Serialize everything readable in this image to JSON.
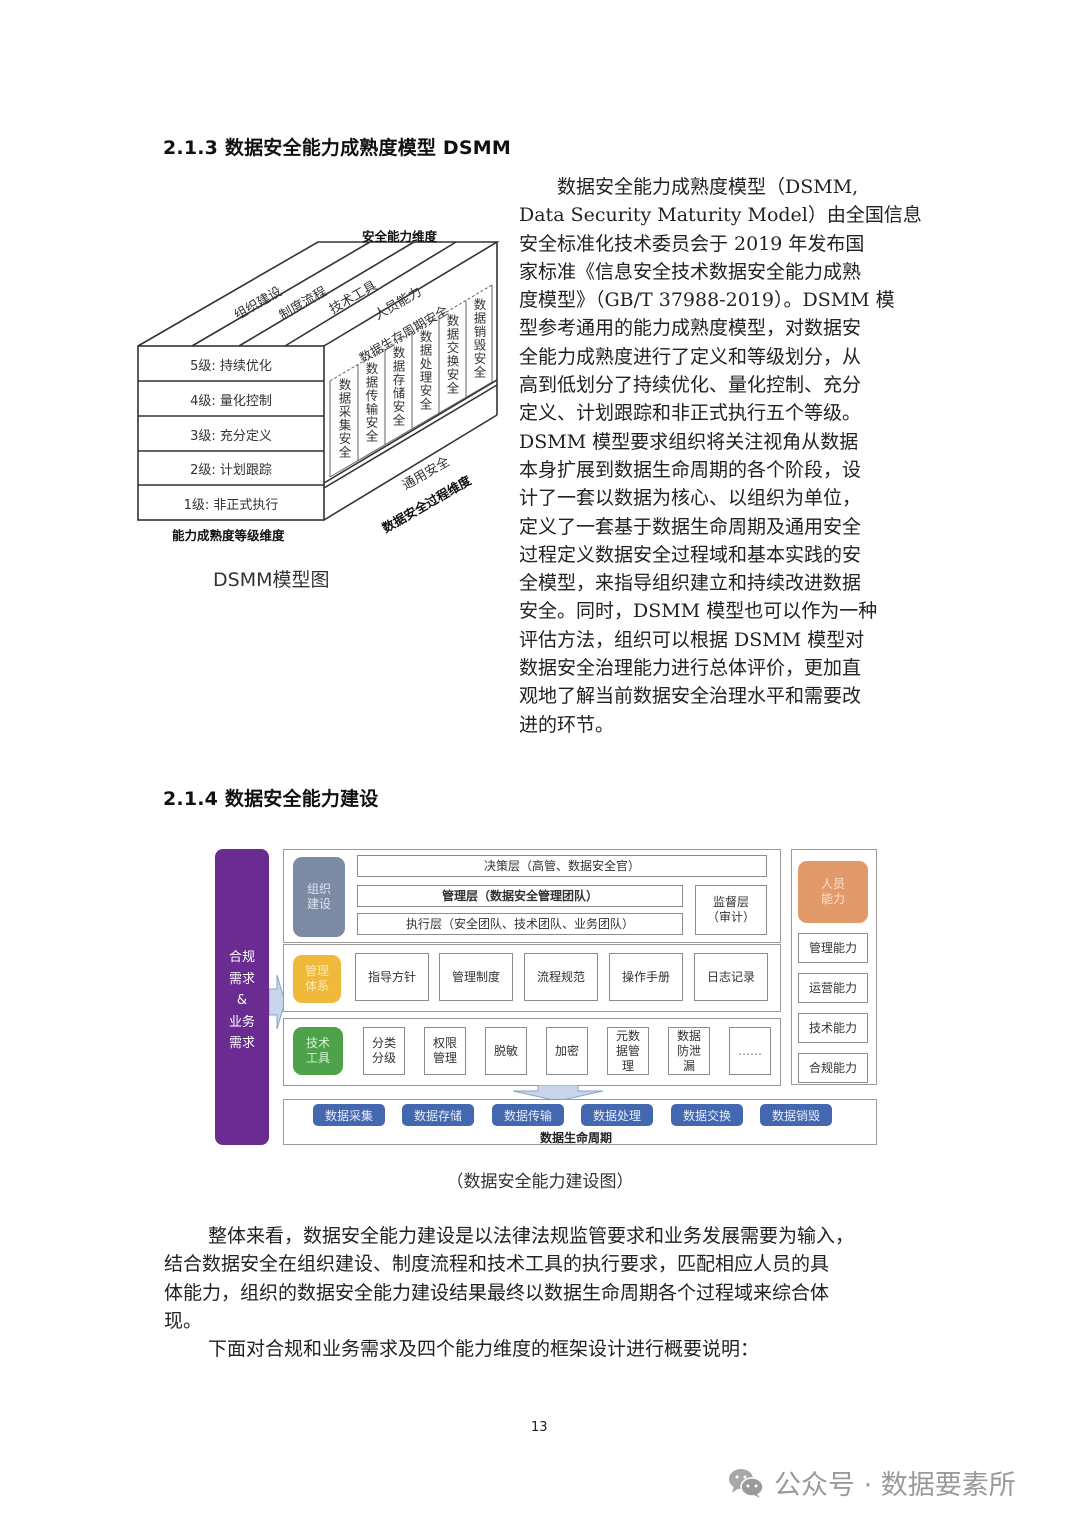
{
  "section_213": {
    "heading": "2.1.3 数据安全能力成熟度模型  DSMM",
    "figure": {
      "top_dimension": "安全能力维度",
      "top_face_items": [
        "组织建设",
        "制度流程",
        "技术工具",
        "人员能力"
      ],
      "levels": [
        "5级: 持续优化",
        "4级: 量化控制",
        "3级: 充分定义",
        "2级: 计划跟踪",
        "1级: 非正式执行"
      ],
      "level_dimension": "能力成熟度等级维度",
      "lifecycle_label": "数据生存周期安全",
      "lifecycle_items": [
        "数据采集安全",
        "数据传输安全",
        "数据存储安全",
        "数据处理安全",
        "数据交换安全",
        "数据销毁安全"
      ],
      "general_security": "通用安全",
      "process_dimension": "数据安全过程维度"
    },
    "caption": "DSMM模型图",
    "paragraph_lines": [
      "　　数据安全能力成熟度模型（DSMM,",
      "Data Security Maturity Model）由全国信息",
      "安全标准化技术委员会于 2019 年发布国",
      "家标准《信息安全技术数据安全能力成熟",
      "度模型》（GB/T 37988-2019）。DSMM 模",
      "型参考通用的能力成熟度模型，对数据安",
      "全能力成熟度进行了定义和等级划分，从",
      "高到低划分了持续优化、量化控制、充分",
      "定义、计划跟踪和非正式执行五个等级。",
      "DSMM 模型要求组织将关注视角从数据",
      "本身扩展到数据生命周期的各个阶段，设",
      "计了一套以数据为核心、以组织为单位，",
      "定义了一套基于数据生命周期及通用安全",
      "过程定义数据安全过程域和基本实践的安",
      "全模型，来指导组织建立和持续改进数据",
      "安全。同时，DSMM 模型也可以作为一种",
      "评估方法，组织可以根据 DSMM 模型对",
      "数据安全治理能力进行总体评价，更加直",
      "观地了解当前数据安全治理水平和需要改",
      "进的环节。"
    ]
  },
  "section_214": {
    "heading": "2.1.4 数据安全能力建设",
    "figure": {
      "input_bar": [
        "合规",
        "需求",
        "&",
        "业务",
        "需求"
      ],
      "org": {
        "label": "组织建设",
        "decision": "决策层（高管、数据安全官）",
        "management": "管理层（数据安全管理团队）",
        "execution": "执行层（安全团队、技术团队、业务团队）",
        "supervision": [
          "监督层",
          "（审计）"
        ]
      },
      "mgmt_system": {
        "label": "管理体系",
        "items": [
          "指导方针",
          "管理制度",
          "流程规范",
          "操作手册",
          "日志记录"
        ]
      },
      "tech_tools": {
        "label": "技术工具",
        "items": [
          "分类分级",
          "权限管理",
          "脱敏",
          "加密",
          "元数据管理",
          "数据防泄漏",
          "……"
        ]
      },
      "lifecycle": {
        "label": "数据生命周期",
        "items": [
          "数据采集",
          "数据存储",
          "数据传输",
          "数据处理",
          "数据交换",
          "数据销毁"
        ]
      },
      "personnel": {
        "label": "人员能力",
        "items": [
          "管理能力",
          "运营能力",
          "技术能力",
          "合规能力"
        ]
      },
      "colors": {
        "input": "#6a2c91",
        "org": "#7d8aa3",
        "mgmt": "#f0b93a",
        "tech": "#4ea24a",
        "personnel": "#e39a6b",
        "lifecycle": "#4468b0"
      }
    },
    "caption": "（数据安全能力建设图）",
    "paragraph_lines": [
      "整体来看，数据安全能力建设是以法律法规监管要求和业务发展需要为输入，",
      "结合数据安全在组织建设、制度流程和技术工具的执行要求，匹配相应人员的具",
      "体能力，组织的数据安全能力建设结果最终以数据生命周期各个过程域来综合体",
      "现。",
      "下面对合规和业务需求及四个能力维度的框架设计进行概要说明："
    ]
  },
  "footer": {
    "page_number": "13",
    "watermark": "公众号 · 数据要素所"
  }
}
